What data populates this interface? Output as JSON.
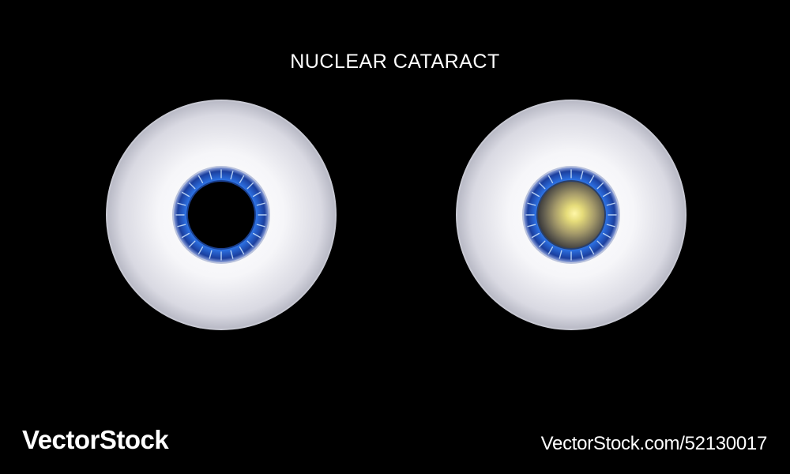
{
  "title": "NUCLEAR CATARACT",
  "watermark": {
    "brand": "VectorStock",
    "reference": "VectorStock.com/52130017"
  },
  "eyes": {
    "left": {
      "pupil": "clear"
    },
    "right": {
      "pupil": "clouded"
    }
  },
  "colors": {
    "background": "#000000",
    "sclera": "#f2f2f6",
    "iris": "#2f6fd6",
    "cataract": "#e6dc7a"
  }
}
